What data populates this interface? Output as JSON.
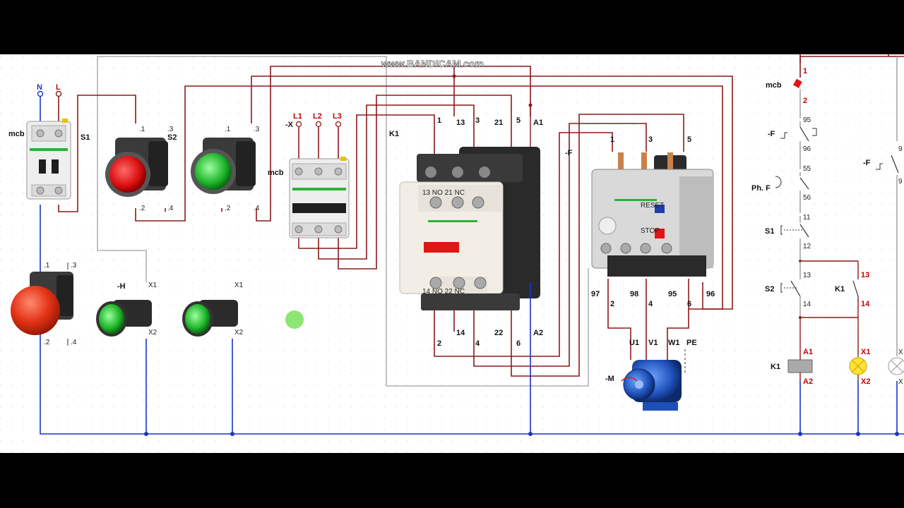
{
  "watermark": "www.BANDICAM.com",
  "colors": {
    "phase_wire": "#8b1a1a",
    "neutral_wire": "#1a33cc",
    "control_wire": "#8b1a1a",
    "gray_wire": "#9a9a9a"
  },
  "supply": {
    "n": "N",
    "l": "L"
  },
  "mcb_label": "mcb",
  "s1": {
    "label": "S1",
    "t1": ".1",
    "t3": ".3",
    "t2": ".2",
    "t4": ".4"
  },
  "s2": {
    "label": "S2",
    "t1": ".1",
    "t3": ".3",
    "t2": ".2",
    "t4": ".4"
  },
  "s3": {
    "t1": ".1",
    "t3": ".3",
    "t2": ".2",
    "t4": ".4"
  },
  "mcb3": {
    "label": "mcb",
    "x": "-X",
    "l1": "L1",
    "l2": "L2",
    "l3": "L3"
  },
  "lamps": {
    "h_label": "-H",
    "x1a": "X1",
    "x2a": "X2",
    "x1b": "X1",
    "x2b": "X2"
  },
  "contactor": {
    "label": "K1",
    "top": [
      "1",
      "13",
      "3",
      "21",
      "5"
    ],
    "bottom": [
      "2",
      "14",
      "4",
      "22",
      "6"
    ],
    "a1": "A1",
    "a2": "A2",
    "face_top": "13  NO  21  NC",
    "face_bottom": "14  NO  22  NC"
  },
  "relay": {
    "label": "-F",
    "top": [
      "1",
      "3",
      "5"
    ],
    "aux": [
      "97",
      "98",
      "95",
      "96"
    ],
    "out": [
      "2",
      "4",
      "6"
    ],
    "reset": "RESET",
    "stop": "STOP"
  },
  "motor": {
    "label": "-M",
    "u": "U1",
    "v": "V1",
    "w": "W1",
    "pe": "PE"
  },
  "schematic": {
    "mcb": "mcb",
    "mcb_t1": "1",
    "mcb_t2": "2",
    "f_label": "-F",
    "f_95": "95",
    "f_96": "96",
    "ph_label": "Ph. F",
    "ph_55": "55",
    "ph_56": "56",
    "s1_label": "S1",
    "s1_11": "11",
    "s1_12": "12",
    "s2_label": "S2",
    "s2_13": "13",
    "s2_14": "14",
    "k1_label": "K1",
    "k1_13": "13",
    "k1_14": "14",
    "coil_label": "K1",
    "coil_a1": "A1",
    "coil_a2": "A2",
    "lamp_x1": "X1",
    "lamp_x2": "X2",
    "f2_label": "-F",
    "edge_9a": "9",
    "edge_9b": "9",
    "edge_x1": "X",
    "edge_x2": "X"
  }
}
